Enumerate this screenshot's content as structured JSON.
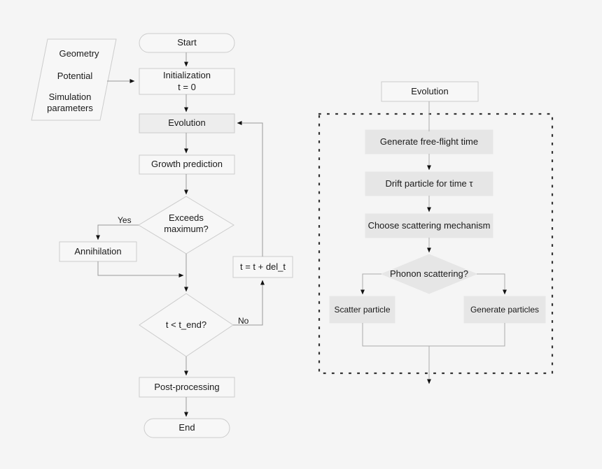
{
  "diagram": {
    "title": "Monte Carlo particle simulation flowchart",
    "background_color": "#f5f5f5",
    "stroke_color": "#cccccc",
    "arrow_color": "#999999",
    "text_color": "#1a1a1a",
    "fill_white": "#f7f7f7",
    "fill_gray": "#e6e6e6"
  },
  "left_flow": {
    "input_block": {
      "lines": [
        "Geometry",
        "Potential",
        "Simulation\nparameters"
      ]
    },
    "nodes": {
      "start": "Start",
      "initialization": "Initialization\nt = 0",
      "evolution": "Evolution",
      "growth_prediction": "Growth prediction",
      "exceeds_maximum": "Exceeds\nmaximum?",
      "annihilation": "Annihilation",
      "time_increment": "t = t + del_t",
      "t_less_t_end": "t < t_end?",
      "post_processing": "Post-processing",
      "end": "End"
    },
    "edge_labels": {
      "yes": "Yes",
      "no": "No"
    }
  },
  "right_flow": {
    "nodes": {
      "evolution": "Evolution",
      "generate_free_flight_time": "Generate free-flight time",
      "drift_particle": "Drift particle for time τ",
      "choose_scattering_mechanism": "Choose scattering mechanism",
      "phonon_scattering": "Phonon scattering?",
      "scatter_particle": "Scatter particle",
      "generate_particles": "Generate particles"
    }
  }
}
